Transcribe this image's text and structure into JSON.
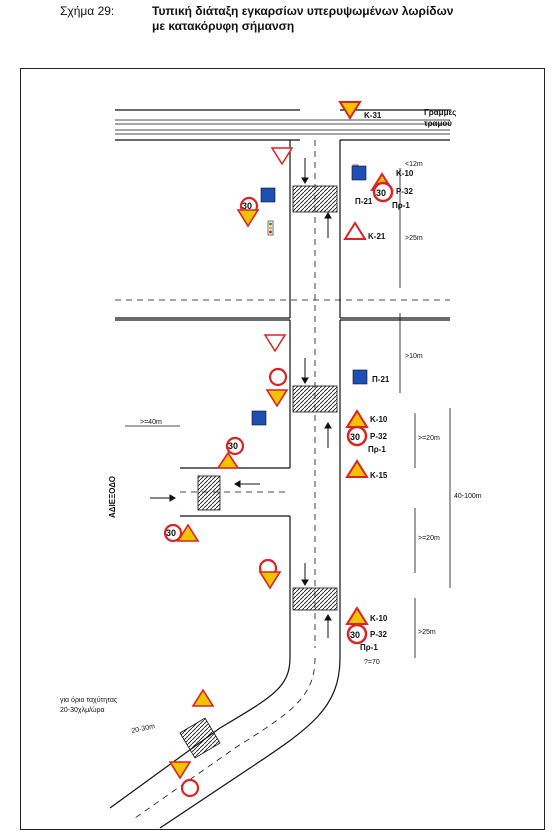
{
  "caption": {
    "label": "Σχήμα 29:",
    "title_line1": "Τυπική διάταξη εγκαρσίων υπερυψωμένων λωρίδων",
    "title_line2": "με κατακόρυφη σήμανση"
  },
  "labels": {
    "tram_line_1": "Γραμμές",
    "tram_line_2": "τραμού",
    "side_road": "ΑΔΙΕΞΟΔΟ",
    "speed_note_1": "για όριο ταχύτητας",
    "speed_note_2": "20-30χλμ/ώρα"
  },
  "signs": {
    "k31": "Κ-31",
    "k10": "Κ-10",
    "k21": "Κ-21",
    "k15": "Κ-15",
    "p32": "Ρ-32",
    "pr1": "Πρ-1",
    "p21": "Π-21",
    "speed": "30"
  },
  "dimensions": {
    "d_12m": "<12m",
    "d_25m": ">25m",
    "d_10m": ">10m",
    "d_20m": ">=20m",
    "d_40m": ">=40m",
    "d_40_100m": "40-100m",
    "d_25m_lower": ">25m",
    "d_20m_lower": ">=20m",
    "d_70": "?=70",
    "d_20_30m": "20-30m"
  }
}
